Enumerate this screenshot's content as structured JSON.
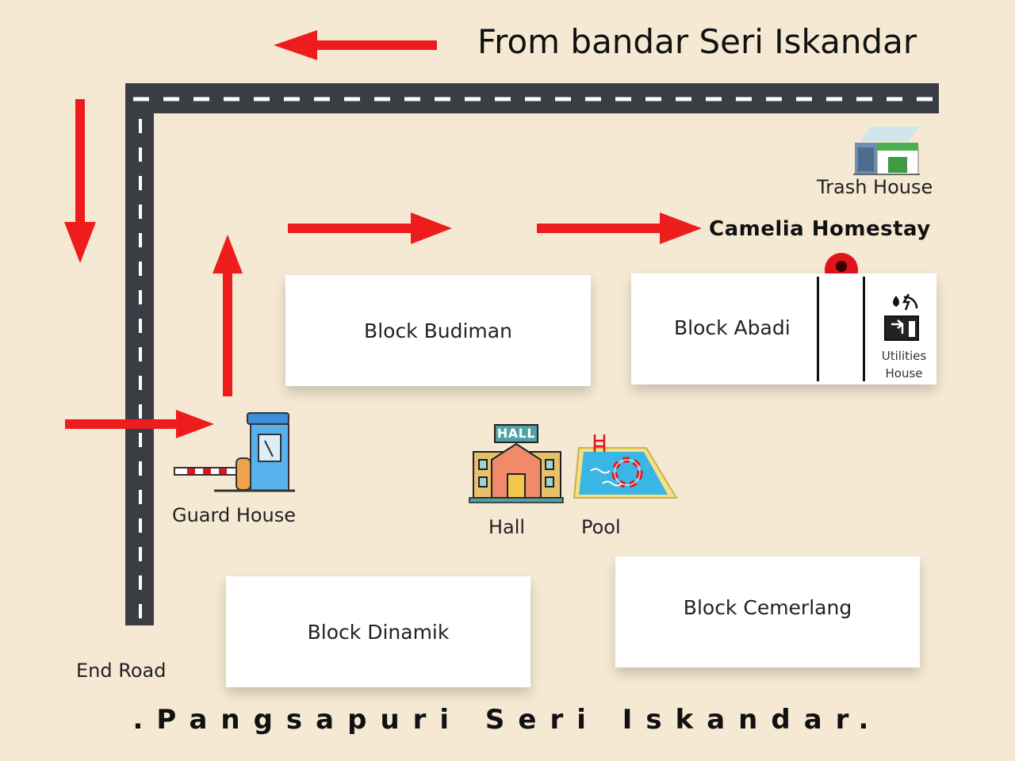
{
  "header": {
    "from_label": "From bandar Seri Iskandar"
  },
  "destination": {
    "label": "Camelia Homestay"
  },
  "places": {
    "trash_house": "Trash House",
    "block_budiman": "Block Budiman",
    "block_abadi": "Block Abadi",
    "utilities_line1": "Utilities",
    "utilities_line2": "House",
    "guard_house": "Guard House",
    "hall": "Hall",
    "hall_sign": "HALL",
    "pool": "Pool",
    "block_dinamik": "Block Dinamik",
    "block_cemerlang": "Block Cemerlang",
    "end_road": "End Road"
  },
  "footer": {
    "title": ".Pangsapuri Seri Iskandar."
  },
  "colors": {
    "background": "#f5e9d3",
    "road": "#3a3d44",
    "arrow": "#ee1c1c",
    "pin": "#e0141c"
  }
}
